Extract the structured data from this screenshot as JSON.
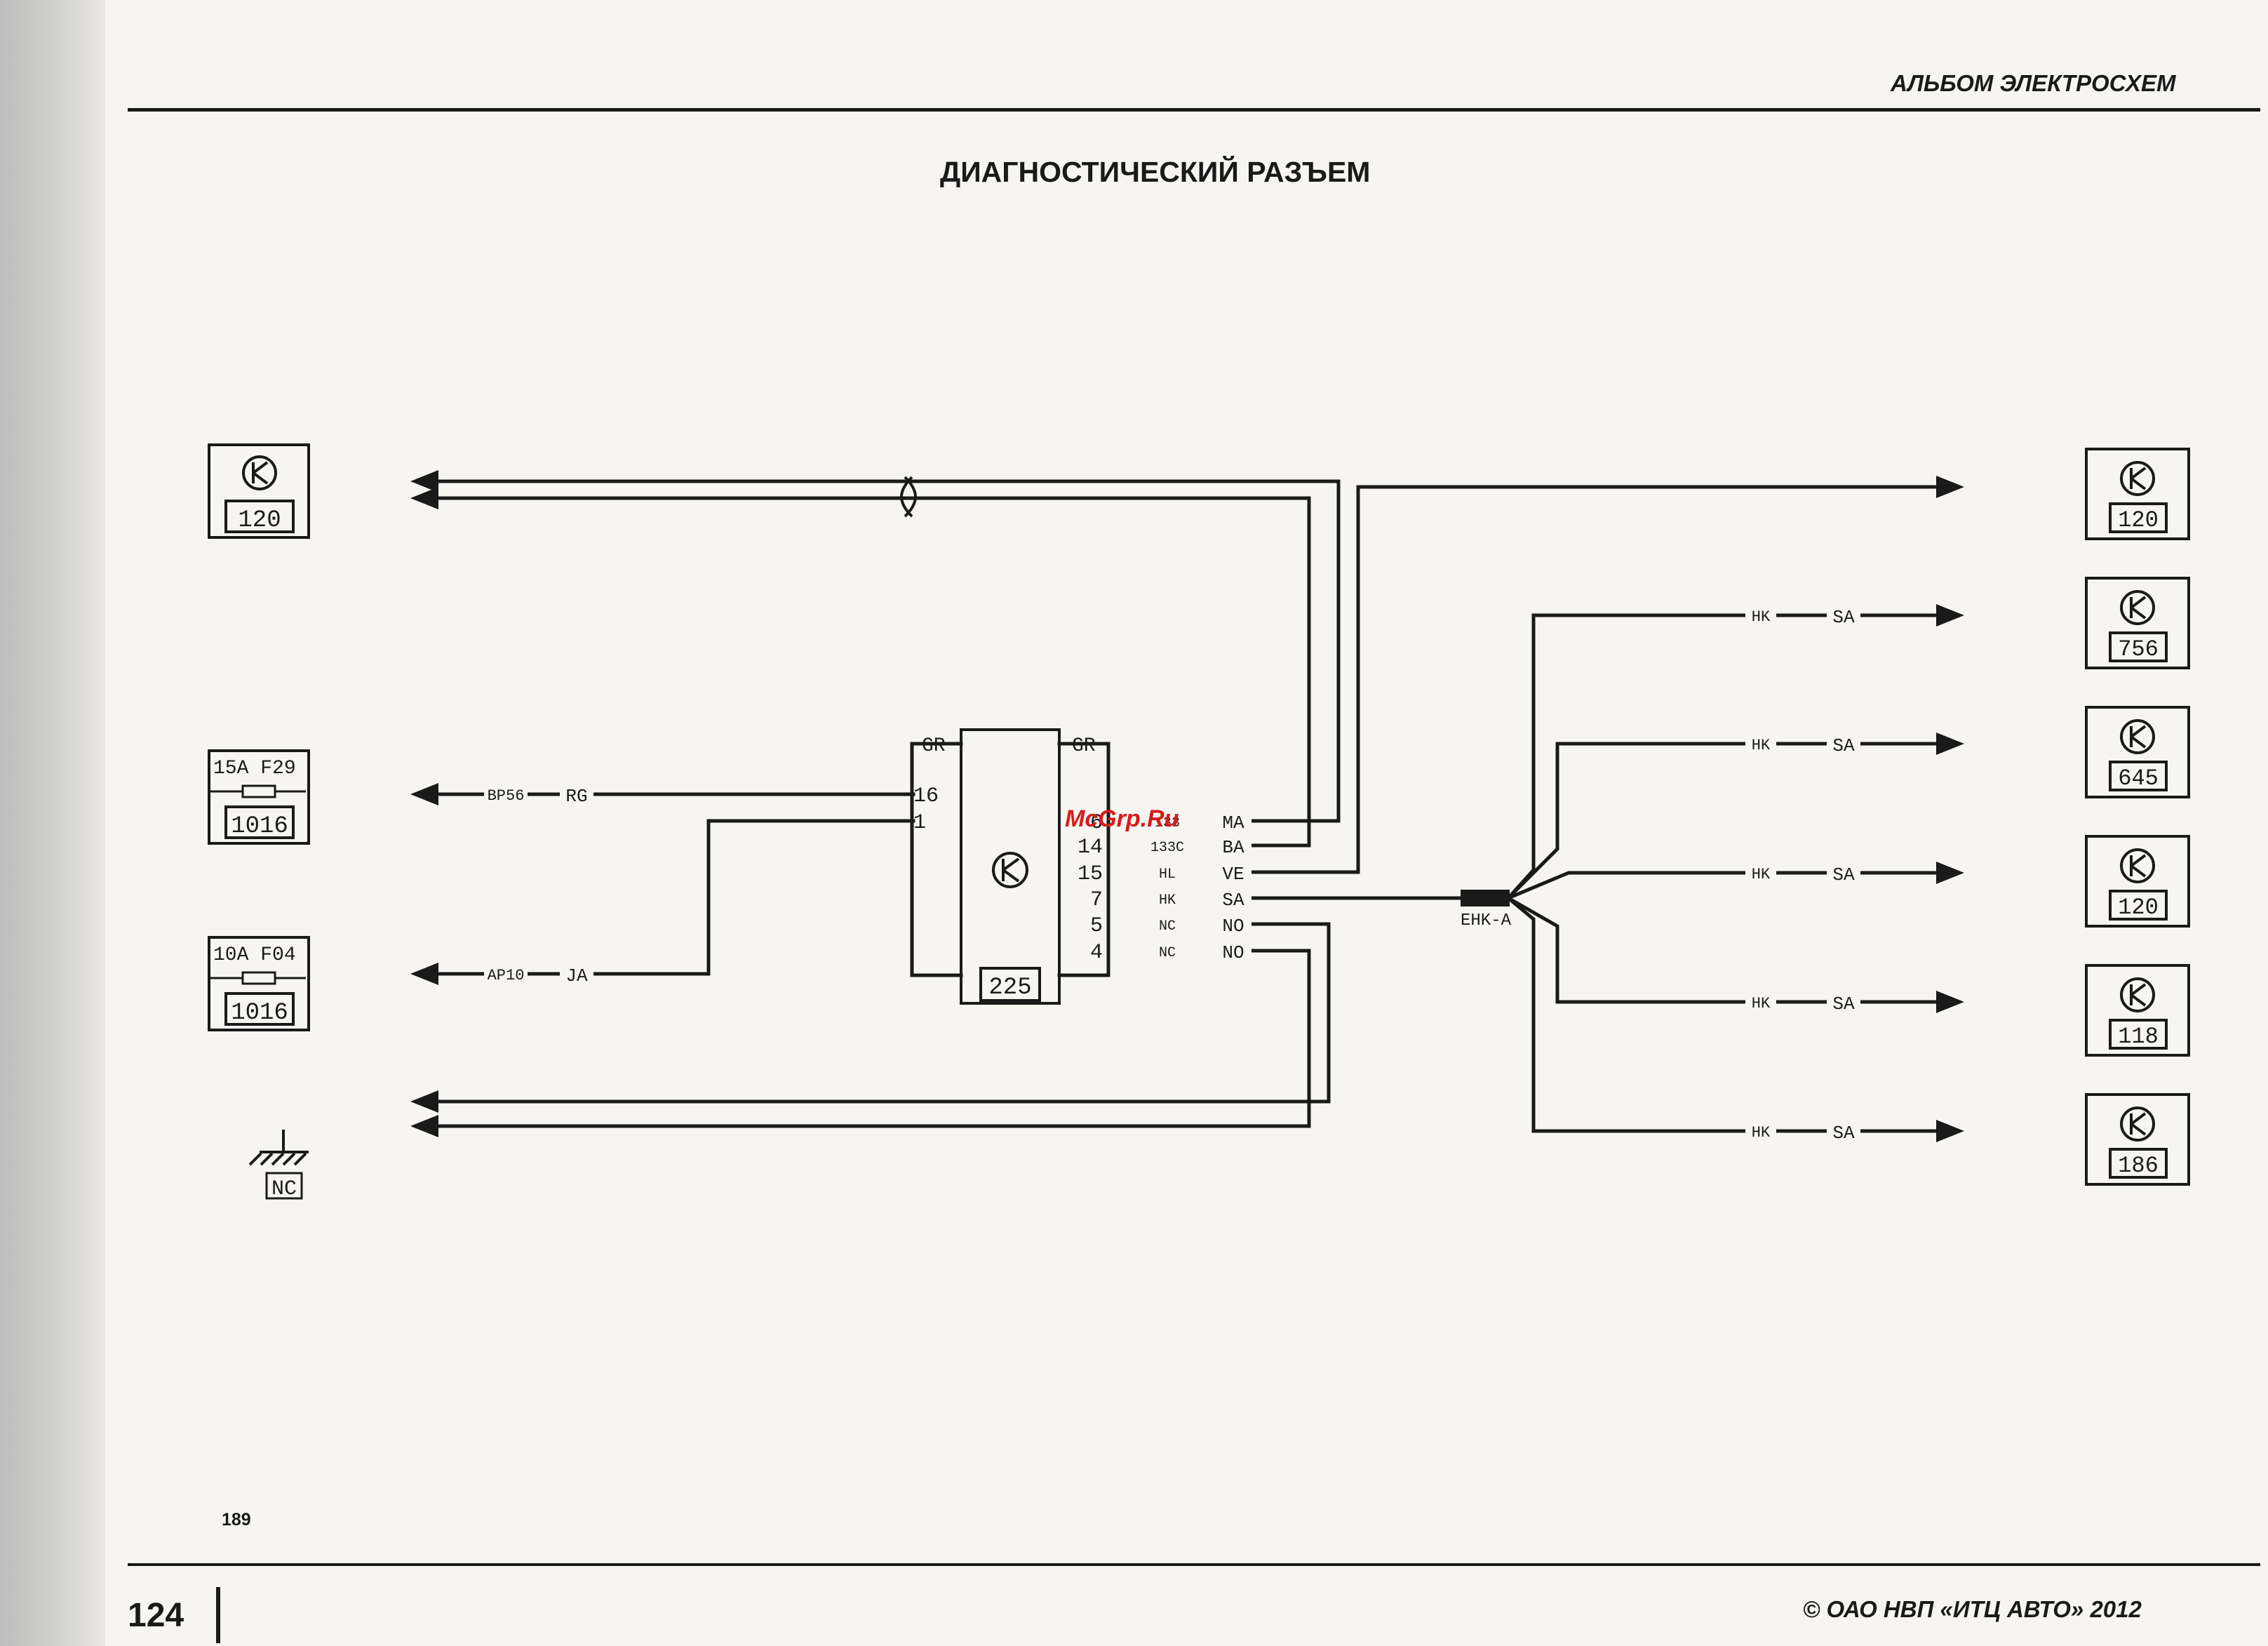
{
  "header": {
    "album": "АЛЬБОМ ЭЛЕКТРОСХЕМ"
  },
  "title": "ДИАГНОСТИЧЕСКИЙ РАЗЪЕМ",
  "footer": {
    "page_number": "124",
    "publisher": "©   ОАО НВП «ИТЦ АВТО»   2012",
    "sheet_ref": "189"
  },
  "watermark": "McGrp.Ru",
  "left_components": [
    {
      "id": "120",
      "icon": "connector-icon"
    },
    {
      "fuse": "15A  F29",
      "id": "1016",
      "icon": "fuse-icon"
    },
    {
      "fuse": "10A  F04",
      "id": "1016",
      "icon": "fuse-icon"
    }
  ],
  "ground": {
    "label": "NC",
    "icon": "ground-icon"
  },
  "center_connector": {
    "id": "225",
    "gr_left": "GR",
    "gr_right": "GR",
    "icon": "connector-icon"
  },
  "left_pins": [
    {
      "pin": "16",
      "wire": "BP56",
      "color": "RG"
    },
    {
      "pin": "1",
      "wire": "AP10",
      "color": "JA"
    }
  ],
  "right_pins": [
    {
      "pin": "6",
      "wire": "133",
      "color": "MA"
    },
    {
      "pin": "14",
      "wire": "133C",
      "color": "BA"
    },
    {
      "pin": "15",
      "wire": "HL",
      "color": "VE"
    },
    {
      "pin": "7",
      "wire": "HK",
      "color": "SA"
    },
    {
      "pin": "5",
      "wire": "NC",
      "color": "NO"
    },
    {
      "pin": "4",
      "wire": "NC",
      "color": "NO"
    }
  ],
  "splice": "EHK-A",
  "branch": {
    "wire": "HK",
    "color": "SA"
  },
  "right_components": [
    "120",
    "756",
    "645",
    "120",
    "118",
    "186"
  ]
}
